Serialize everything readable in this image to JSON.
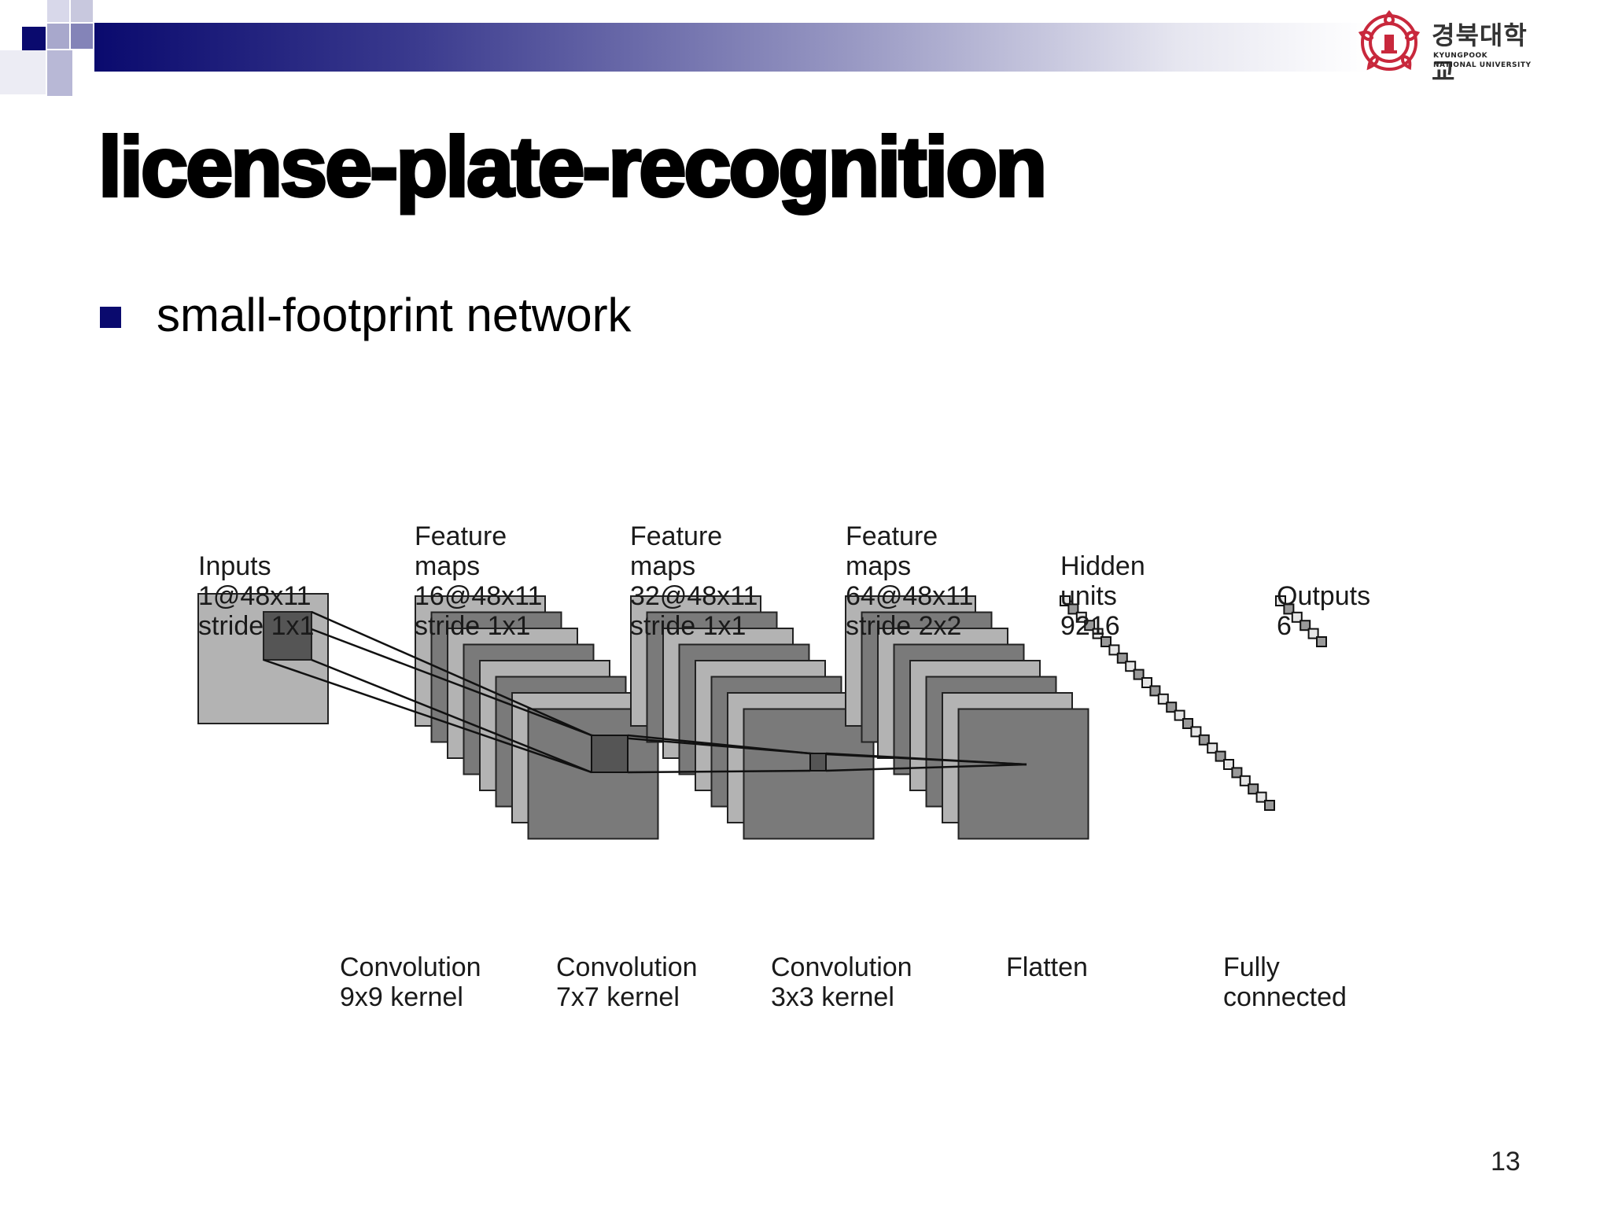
{
  "slide": {
    "title": "license-plate-recognition",
    "bullet": "small-footprint network",
    "page_number": "13"
  },
  "logo": {
    "korean_name": "경북대학교",
    "english_line1": "KYUNGPOOK",
    "english_line2": "NATIONAL UNIVERSITY",
    "icon": "university-seal-icon",
    "color": "#c8283c"
  },
  "theme": {
    "accent": "#0a0a6e",
    "cube_light": "#b3b3b3",
    "cube_dark": "#7a7a7a"
  },
  "diagram": {
    "layers": [
      {
        "line1": "Inputs",
        "line2": "1@48x11",
        "line3": "stride 1x1"
      },
      {
        "line0": "Feature",
        "line1": "maps",
        "line2": "16@48x11",
        "line3": "stride 1x1"
      },
      {
        "line0": "Feature",
        "line1": "maps",
        "line2": "32@48x11",
        "line3": "stride 1x1"
      },
      {
        "line0": "Feature",
        "line1": "maps",
        "line2": "64@48x11",
        "line3": "stride 2x2"
      },
      {
        "line1": "Hidden",
        "line2": "units",
        "line3": "9216"
      },
      {
        "line2": "Outputs",
        "line3": "6"
      }
    ],
    "operations": [
      {
        "line1": "Convolution",
        "line2": "9x9 kernel"
      },
      {
        "line1": "Convolution",
        "line2": "7x7 kernel"
      },
      {
        "line1": "Convolution",
        "line2": "3x3 kernel"
      },
      {
        "line1": "Flatten",
        "line2": ""
      },
      {
        "line1": "Fully",
        "line2": "connected"
      }
    ]
  }
}
